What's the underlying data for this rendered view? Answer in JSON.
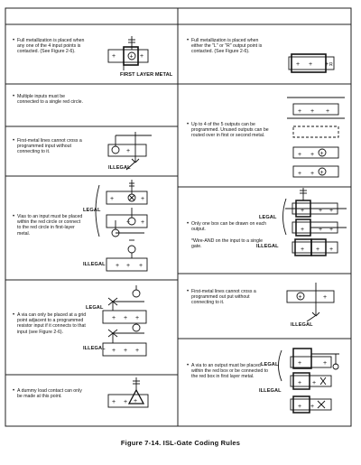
{
  "figure_caption": "Figure 7-14. ISL-Gate Coding Rules",
  "left_column": [
    {
      "text": "Full metallization is placed when any one of the 4 input points is contacted. (See Figure 2-6).",
      "label": "FIRST LAYER METAL"
    },
    {
      "text": "Multiple inputs must be connected to a single red circle."
    },
    {
      "text": "First-metal lines cannot cross a programmed input without connecting to it.",
      "label": "ILLEGAL"
    },
    {
      "text": "Vias to an input must be placed within the red circle or connect to the red circle in first-layer metal.",
      "labels": [
        "LEGAL",
        "ILLEGAL"
      ]
    },
    {
      "text": "A via can only be placed at a grid point adjacent to a programmed resistor input if it connects to that input (see Figure 2-6).",
      "labels": [
        "LEGAL",
        "ILLEGAL"
      ]
    },
    {
      "text": "A dummy load contact can only be made at this point."
    }
  ],
  "right_column": [
    {
      "text": "Full metallization is placed when either the \"L\" or \"R\" output point is contacted. (See Figure 2-6)."
    },
    {
      "text": "Up to 4 of the 5 outputs can be programmed. Unused outputs can be routed over in first or second metal."
    },
    {
      "text": "Only one box can be drawn on each output.",
      "note": "*Wire-AND on the input to a single gate.",
      "labels": [
        "LEGAL",
        "ILLEGAL"
      ]
    },
    {
      "text": "First-metal lines cannot cross a programmed out put without connecting to it.",
      "label": "ILLEGAL"
    },
    {
      "text": "A via to an output must be placed within the red box or be connected to the red box in first layer metal.",
      "labels": [
        "LEGAL",
        "ILLEGAL"
      ]
    }
  ]
}
